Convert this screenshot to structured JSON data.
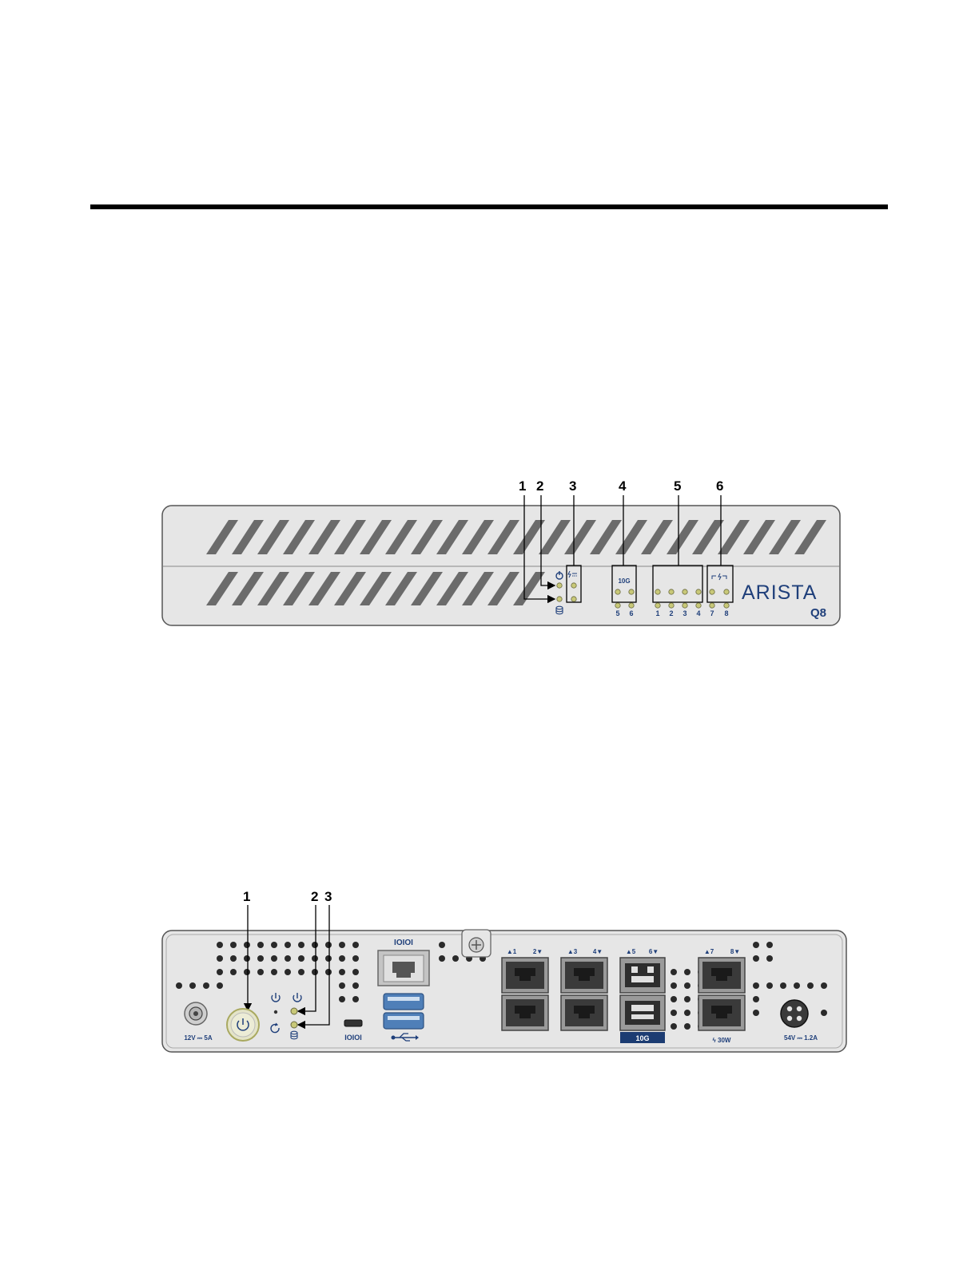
{
  "front_panel": {
    "callouts": [
      "1",
      "2",
      "3",
      "4",
      "5",
      "6"
    ],
    "speed_label": "10G",
    "sfp_ports": [
      "5",
      "6"
    ],
    "ethernet_ports": [
      "1",
      "2",
      "3",
      "4"
    ],
    "poe_ports": [
      "7",
      "8"
    ],
    "brand": "ARISTA",
    "model": "Q8"
  },
  "rear_panel": {
    "callouts": [
      "1",
      "2",
      "3"
    ],
    "dc_in_label": "12V ⎓ 5A",
    "console_label": "IOIOI",
    "micro_console_label": "IOIOI",
    "port_labels": [
      "▲1",
      "2▼",
      "▲3",
      "4▼",
      "▲5",
      "6▼",
      "▲7",
      "8▼"
    ],
    "sfp_label": "10G",
    "poe_label": "ϟ 30W",
    "dc_poe_label": "54V ⎓ 1.2A"
  },
  "colors": {
    "chassis": "#e6e6e6",
    "led": "#c8c878",
    "label": "#1f3f7a"
  }
}
